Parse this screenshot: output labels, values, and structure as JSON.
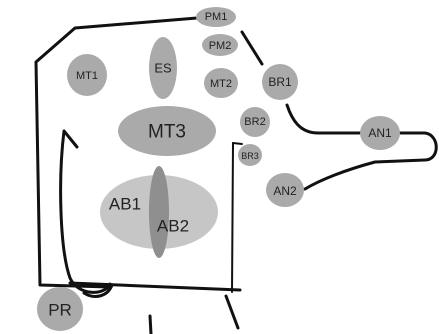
{
  "labels": {
    "pm1": "PM1",
    "pm2": "PM2",
    "mt1": "MT1",
    "es": "ES",
    "mt2": "MT2",
    "br1": "BR1",
    "br2": "BR2",
    "br3": "BR3",
    "mt3": "MT3",
    "an1": "AN1",
    "an2": "AN2",
    "ab1": "AB1",
    "ab2": "AB2",
    "pr": "PR"
  }
}
